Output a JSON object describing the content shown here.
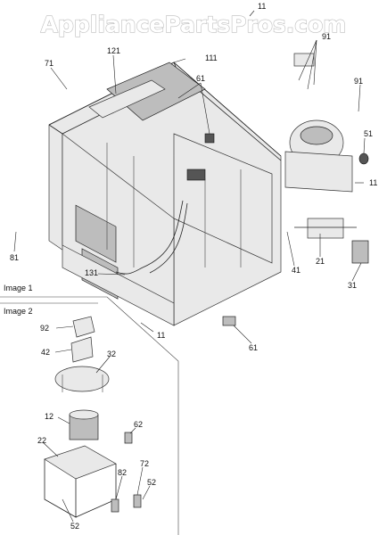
{
  "watermark": "AppliancePartsPros.com",
  "sections": {
    "image1": "Image 1",
    "image2": "Image 2"
  },
  "callouts": {
    "c11_top": "11",
    "c91_top": "91",
    "c121": "121",
    "c111": "111",
    "c71": "71",
    "c61_upper": "61",
    "c91_right": "91",
    "c51": "51",
    "c11_right": "11",
    "c81": "81",
    "c41": "41",
    "c21": "21",
    "c131": "131",
    "c31": "31",
    "c11_bottom": "11",
    "c61_lower": "61",
    "c92": "92",
    "c42": "42",
    "c32": "32",
    "c12": "12",
    "c62": "62",
    "c22": "22",
    "c72": "72",
    "c82": "82",
    "c52_right": "52",
    "c52_bottom": "52"
  }
}
